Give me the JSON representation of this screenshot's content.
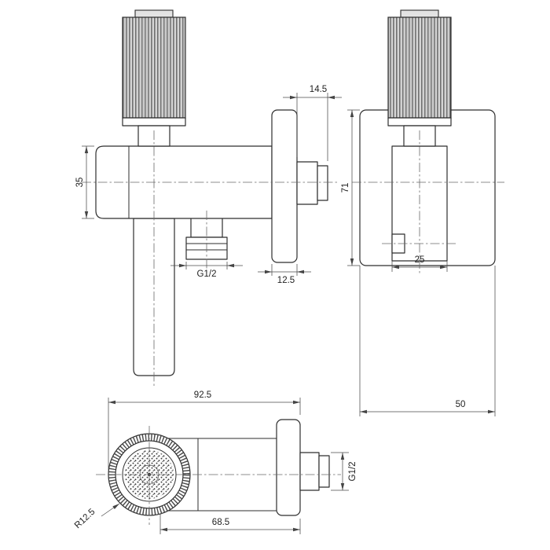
{
  "views": {
    "front": {
      "dims": {
        "protrusion": "14.5",
        "body_height": "35",
        "outlet_thread": "G1/2",
        "flange_depth": "12.5"
      }
    },
    "side": {
      "dims": {
        "plate_height": "71",
        "body_width": "25",
        "plate_width": "50"
      }
    },
    "bottom": {
      "dims": {
        "overall_length": "92.5",
        "inlet_thread": "G1/2",
        "body_length": "68.5",
        "spout_radius": "R12.5"
      }
    }
  },
  "colors": {
    "background": "#ffffff",
    "outline": "#2e2e2e",
    "dimension": "#4a4a4a",
    "text": "#222222"
  }
}
